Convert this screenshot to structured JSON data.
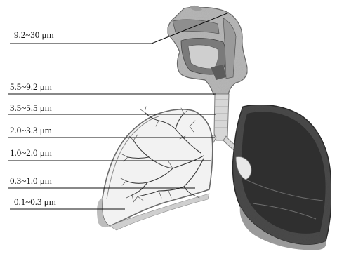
{
  "labels": [
    {
      "id": "nasal",
      "text": "9.2~30 μm"
    },
    {
      "id": "larynx",
      "text": "5.5~9.2 μm"
    },
    {
      "id": "trachea",
      "text": "3.5~5.5 μm"
    },
    {
      "id": "main-bronchi",
      "text": "2.0~3.3 μm"
    },
    {
      "id": "bronchi",
      "text": "1.0~2.0 μm"
    },
    {
      "id": "bronchioles",
      "text": "0.3~1.0 μm"
    },
    {
      "id": "alveoli",
      "text": "0.1~0.3 μm"
    }
  ]
}
